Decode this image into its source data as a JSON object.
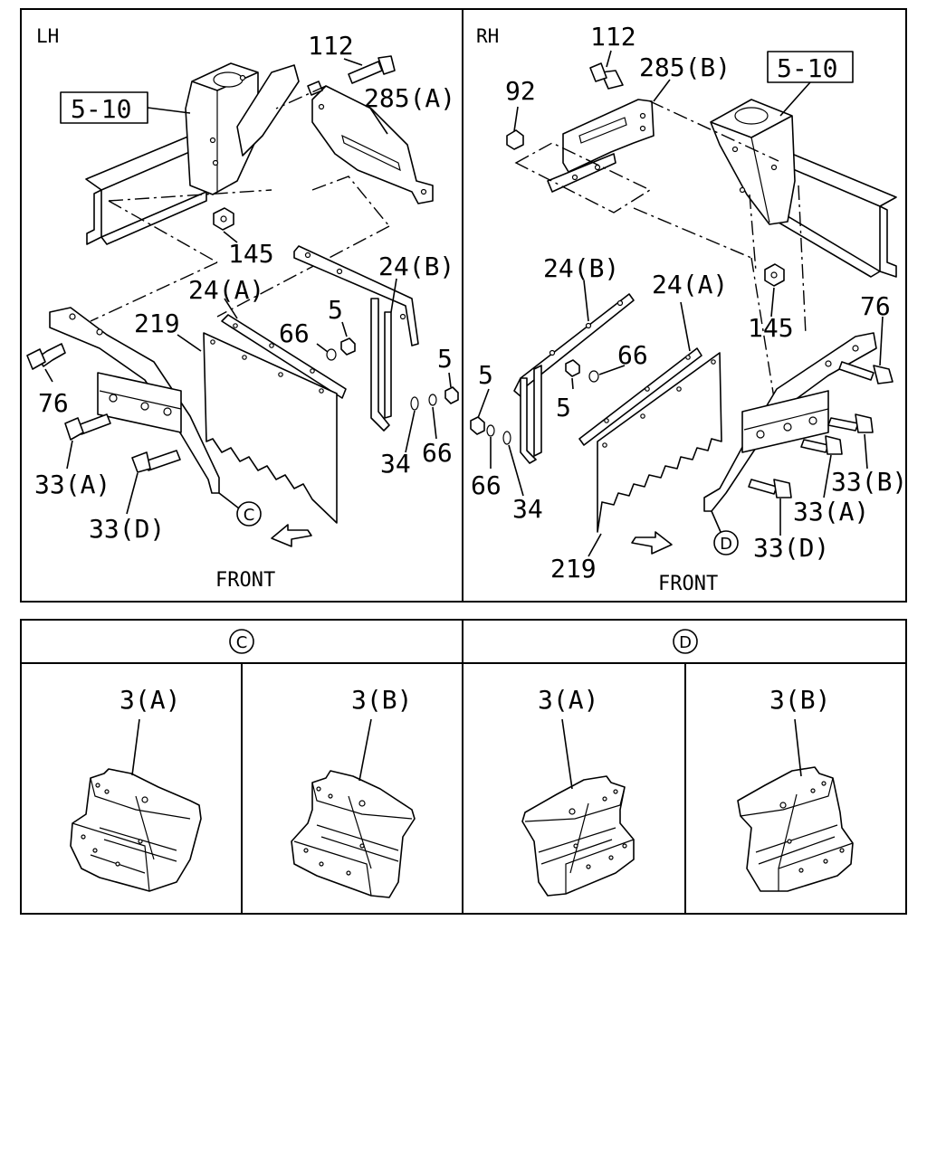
{
  "panels": {
    "lh": {
      "side_label": "LH",
      "ref": "5-10",
      "front": "FRONT",
      "detail_marker": "C",
      "callouts": {
        "c112": "112",
        "c285a": "285(A)",
        "c145": "145",
        "c24b": "24(B)",
        "c24a": "24(A)",
        "c219": "219",
        "c5a": "5",
        "c66a": "66",
        "c5b": "5",
        "c76": "76",
        "c33a": "33(A)",
        "c34": "34",
        "c66b": "66",
        "c33d": "33(D)"
      }
    },
    "rh": {
      "side_label": "RH",
      "ref": "5-10",
      "front": "FRONT",
      "detail_marker": "D",
      "callouts": {
        "c112": "112",
        "c285b": "285(B)",
        "c92": "92",
        "c24b": "24(B)",
        "c24a": "24(A)",
        "c5a": "5",
        "c66a": "66",
        "c76": "76",
        "c145": "145",
        "c5b": "5",
        "c66b": "66",
        "c34": "34",
        "c33b": "33(B)",
        "c33a": "33(A)",
        "c219": "219",
        "c33d": "33(D)"
      }
    }
  },
  "details": {
    "c": {
      "marker": "C",
      "left_label": "3(A)",
      "right_label": "3(B)"
    },
    "d": {
      "marker": "D",
      "left_label": "3(A)",
      "right_label": "3(B)"
    }
  }
}
